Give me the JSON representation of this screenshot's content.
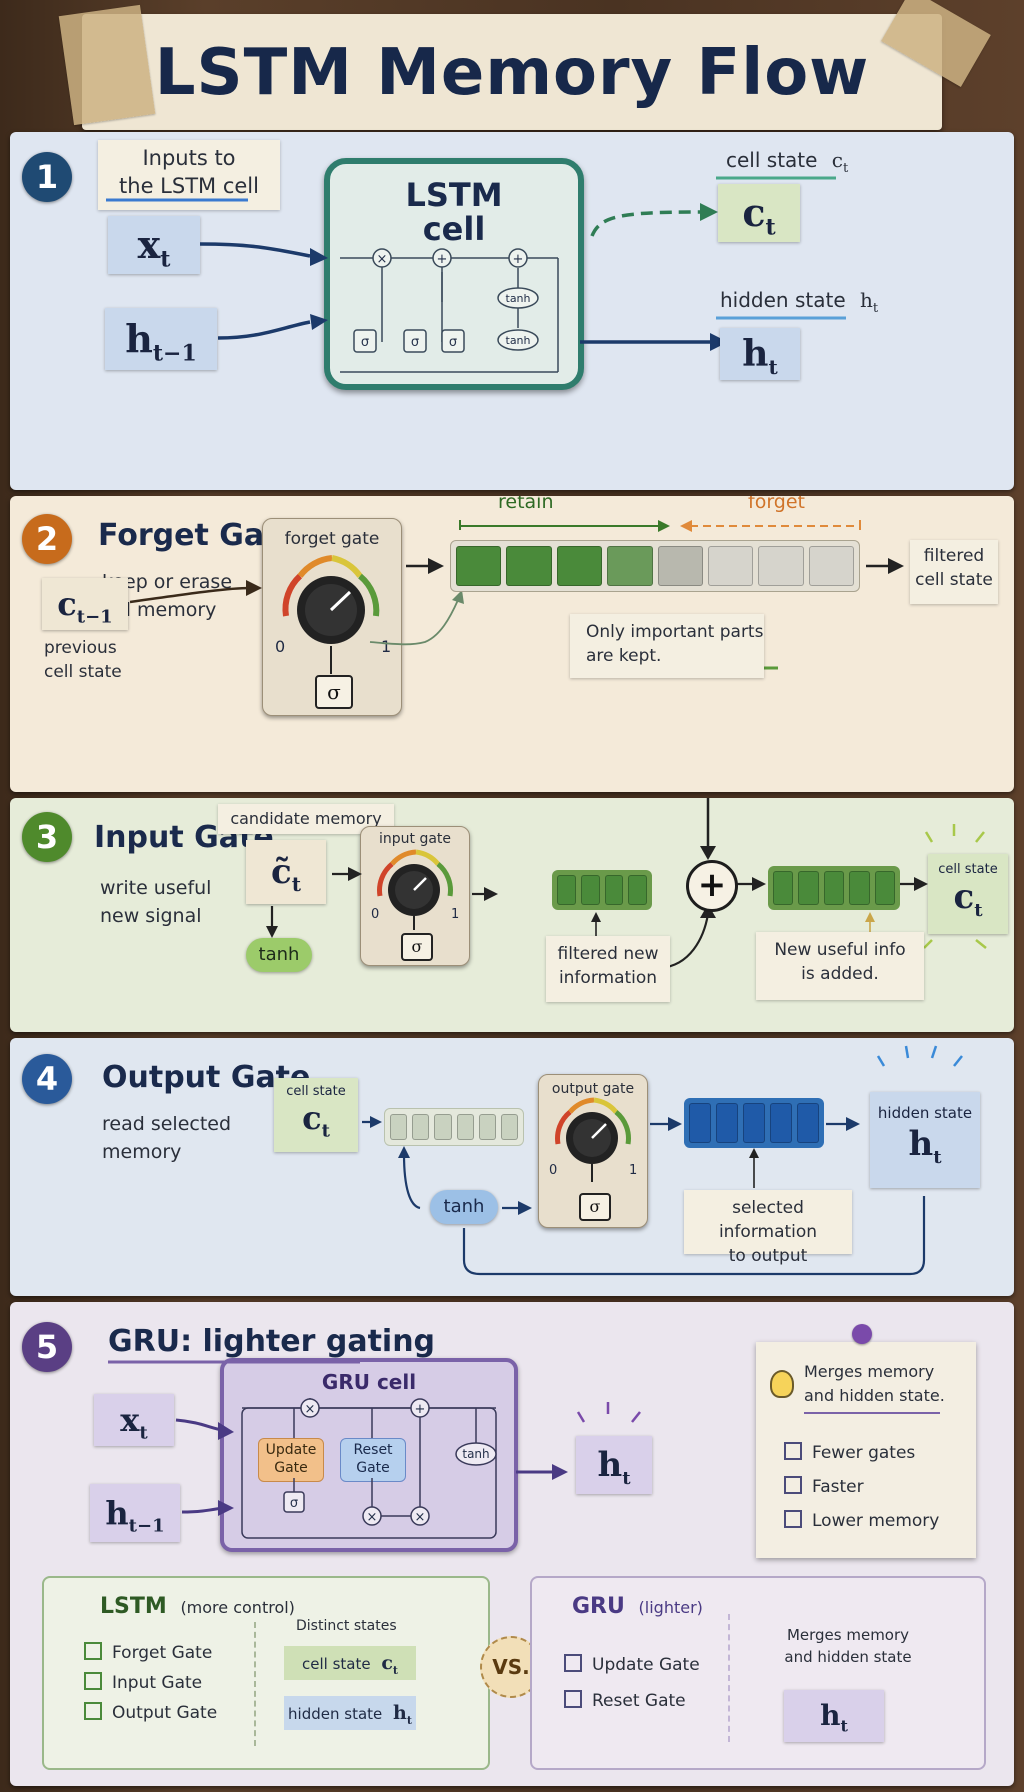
{
  "title": "LSTM Memory Flow",
  "colors": {
    "step1": "#1f4a73",
    "step2": "#c76b1c",
    "step3": "#4f8a2c",
    "step4": "#2a5a9a",
    "step5": "#5a3f84",
    "retain_green": "#4a8a3a",
    "forget_orange": "#d07a2a",
    "output_blue": "#2f6fb5"
  },
  "section1": {
    "number": "1",
    "inputs_note": "Inputs to\nthe LSTM cell",
    "x_t": "x",
    "x_t_sub": "t",
    "h_prev": "h",
    "h_prev_sub": "t−1",
    "cell_title": "LSTM\ncell",
    "ops": [
      "×",
      "+",
      "+"
    ],
    "sigmas": [
      "σ",
      "σ",
      "σ"
    ],
    "tanh1": "tanh",
    "tanh2": "tanh",
    "cell_state_label": "cell state",
    "cell_state_sym": "c",
    "cell_state_sub": "t",
    "c_t": "c",
    "c_t_sub": "t",
    "hidden_state_label": "hidden state",
    "hidden_state_sym": "h",
    "hidden_state_sub": "t",
    "h_t": "h",
    "h_t_sub": "t"
  },
  "section2": {
    "number": "2",
    "title": "Forget Gate",
    "desc": "keep or erase\nold memory",
    "c_prev": "c",
    "c_prev_sub": "t−1",
    "prev_label": "previous\ncell state",
    "gate_label": "forget gate",
    "dial_min": "0",
    "dial_max": "1",
    "sigma": "σ",
    "retain": "retain",
    "forget": "forget",
    "retain_level": 4,
    "total_blocks": 8,
    "filtered": "filtered\ncell state",
    "note": "Only important parts\nare kept."
  },
  "section3": {
    "number": "3",
    "title": "Input Gate",
    "desc": "write useful\nnew signal",
    "candidate_label": "candidate memory",
    "c_tilde": "c̃",
    "c_tilde_sub": "t",
    "tanh": "tanh",
    "gate_label": "input gate",
    "dial_min": "0",
    "dial_max": "1",
    "sigma": "σ",
    "filtered_note": "filtered new\ninformation",
    "plus": "+",
    "added_note": "New useful info\nis added.",
    "cell_state_label": "cell state",
    "c_t": "c",
    "c_t_sub": "t"
  },
  "section4": {
    "number": "4",
    "title": "Output Gate",
    "desc": "read selected\nmemory",
    "cell_state_label": "cell state",
    "c_t": "c",
    "c_t_sub": "t",
    "tanh": "tanh",
    "gate_label": "output gate",
    "dial_min": "0",
    "dial_max": "1",
    "sigma": "σ",
    "selected_note": "selected information\nto output",
    "hidden_label": "hidden state",
    "h_t": "h",
    "h_t_sub": "t"
  },
  "section5": {
    "number": "5",
    "title": "GRU: lighter gating",
    "x_t": "x",
    "x_t_sub": "t",
    "h_prev": "h",
    "h_prev_sub": "t−1",
    "cell_title": "GRU cell",
    "update_gate": "Update\nGate",
    "reset_gate": "Reset\nGate",
    "ops": [
      "×",
      "+",
      "×",
      "×"
    ],
    "sigma": "σ",
    "tanh": "tanh",
    "h_t": "h",
    "h_t_sub": "t",
    "sticky_text": "Merges memory\nand hidden state.",
    "sticky_items": [
      "Fewer gates",
      "Faster",
      "Lower memory"
    ]
  },
  "compare": {
    "lstm_title": "LSTM",
    "lstm_sub": "(more control)",
    "lstm_items": [
      "Forget Gate",
      "Input Gate",
      "Output Gate"
    ],
    "distinct": "Distinct states",
    "cell_state": "cell state",
    "cell_sym": "c",
    "cell_sub": "t",
    "hidden_state": "hidden state",
    "hidden_sym": "h",
    "hidden_sub": "t",
    "vs": "VS.",
    "gru_title": "GRU",
    "gru_sub": "(lighter)",
    "gru_items": [
      "Update Gate",
      "Reset Gate"
    ],
    "merges": "Merges memory\nand hidden state",
    "h_t": "h",
    "h_t_sub": "t"
  }
}
